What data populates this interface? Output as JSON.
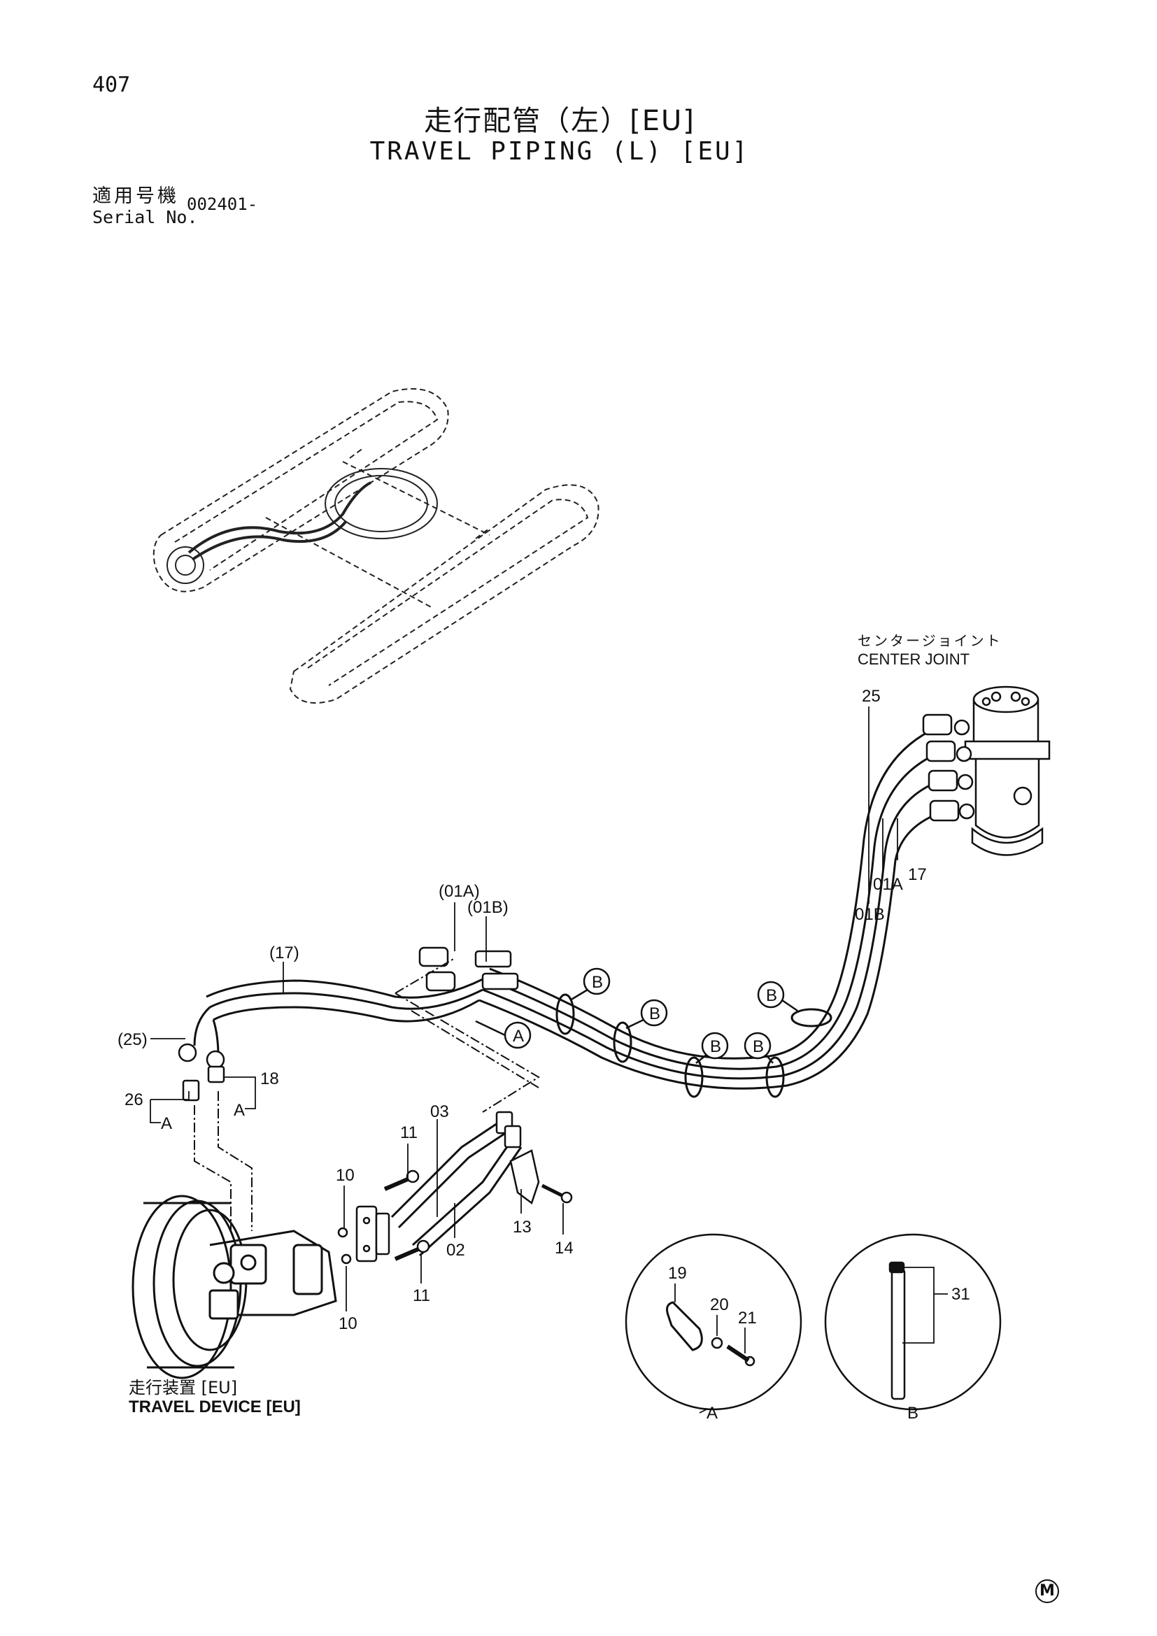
{
  "page_number": "407",
  "title": {
    "ja": "走行配管（左）[EU]",
    "en": "TRAVEL PIPING (L) [EU]"
  },
  "serial": {
    "label_ja": "適用号機",
    "label_en": "Serial No.",
    "value": "002401-"
  },
  "center_joint": {
    "ja": "センタージョイント",
    "en": "CENTER JOINT"
  },
  "travel_device": {
    "ja": "走行装置 [EU]",
    "en": "TRAVEL DEVICE [EU]"
  },
  "detail_a_label": "A",
  "detail_b_label": "B",
  "callouts": {
    "p25": "25",
    "p01a_cj": "01A",
    "p17_cj": "17",
    "p01b_cj": "01B",
    "p01a_par": "(01A)",
    "p01b_par": "(01B)",
    "p17_par": "(17)",
    "p25_par": "(25)",
    "p18": "18",
    "p26": "26",
    "p11_top": "11",
    "p03": "03",
    "p10_top": "10",
    "p13": "13",
    "p14": "14",
    "p02": "02",
    "p11_bot": "11",
    "p10_bot": "10",
    "p19": "19",
    "p20": "20",
    "p21": "21",
    "p31": "31",
    "ref_a": "A",
    "ref_b": "B"
  },
  "manufacturer_mark": "M"
}
